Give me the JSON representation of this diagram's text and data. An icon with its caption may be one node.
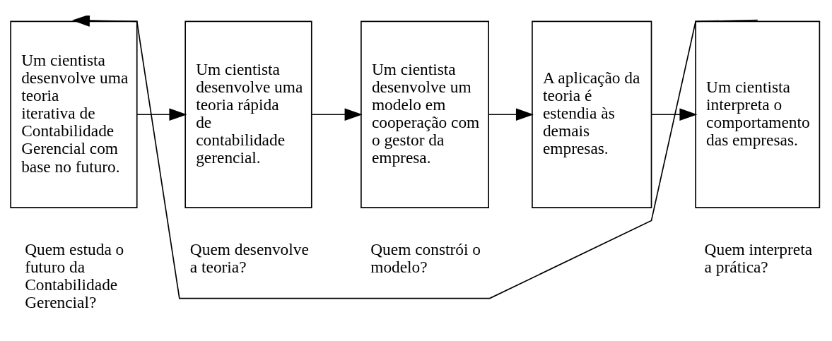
{
  "diagram": {
    "nodes": [
      {
        "text": [
          "Um cientista desenvolve uma teoria iterativa de Contabilidade Gerencial com base no futuro."
        ],
        "beside": [
          "Quem estuda o futuro da Contabilidade Gerencial?"
        ]
      },
      {
        "text": [
          "Um cientista desenvolve uma teoria rápida de contabilidade gerencial."
        ],
        "beside": [
          "Quem desenvolve a teoria?"
        ]
      },
      {
        "text": [
          "Um cientista desenvolve um modelo em cooperação com o gestor da empresa."
        ],
        "beside": [
          "Quem constrói o modelo?"
        ]
      },
      {
        "text": [
          "A aplicação da teoria é estendia às demais empresas."
        ]
      },
      {
        "text": [
          "Um cientista interpreta o comportamento das empresas."
        ],
        "beside": [
          "Quem interpreta a prática?"
        ]
      }
    ],
    "edges": [
      {
        "from": 0,
        "to": 1,
        "arrow": "to"
      },
      {
        "from": 1,
        "to": 2,
        "arrow": "to"
      },
      {
        "from": 2,
        "to": 3,
        "arrow": "to"
      },
      {
        "from": 3,
        "to": 4,
        "arrow": "to"
      },
      {
        "from": 4,
        "to": 0,
        "arrow": "to"
      }
    ]
  }
}
